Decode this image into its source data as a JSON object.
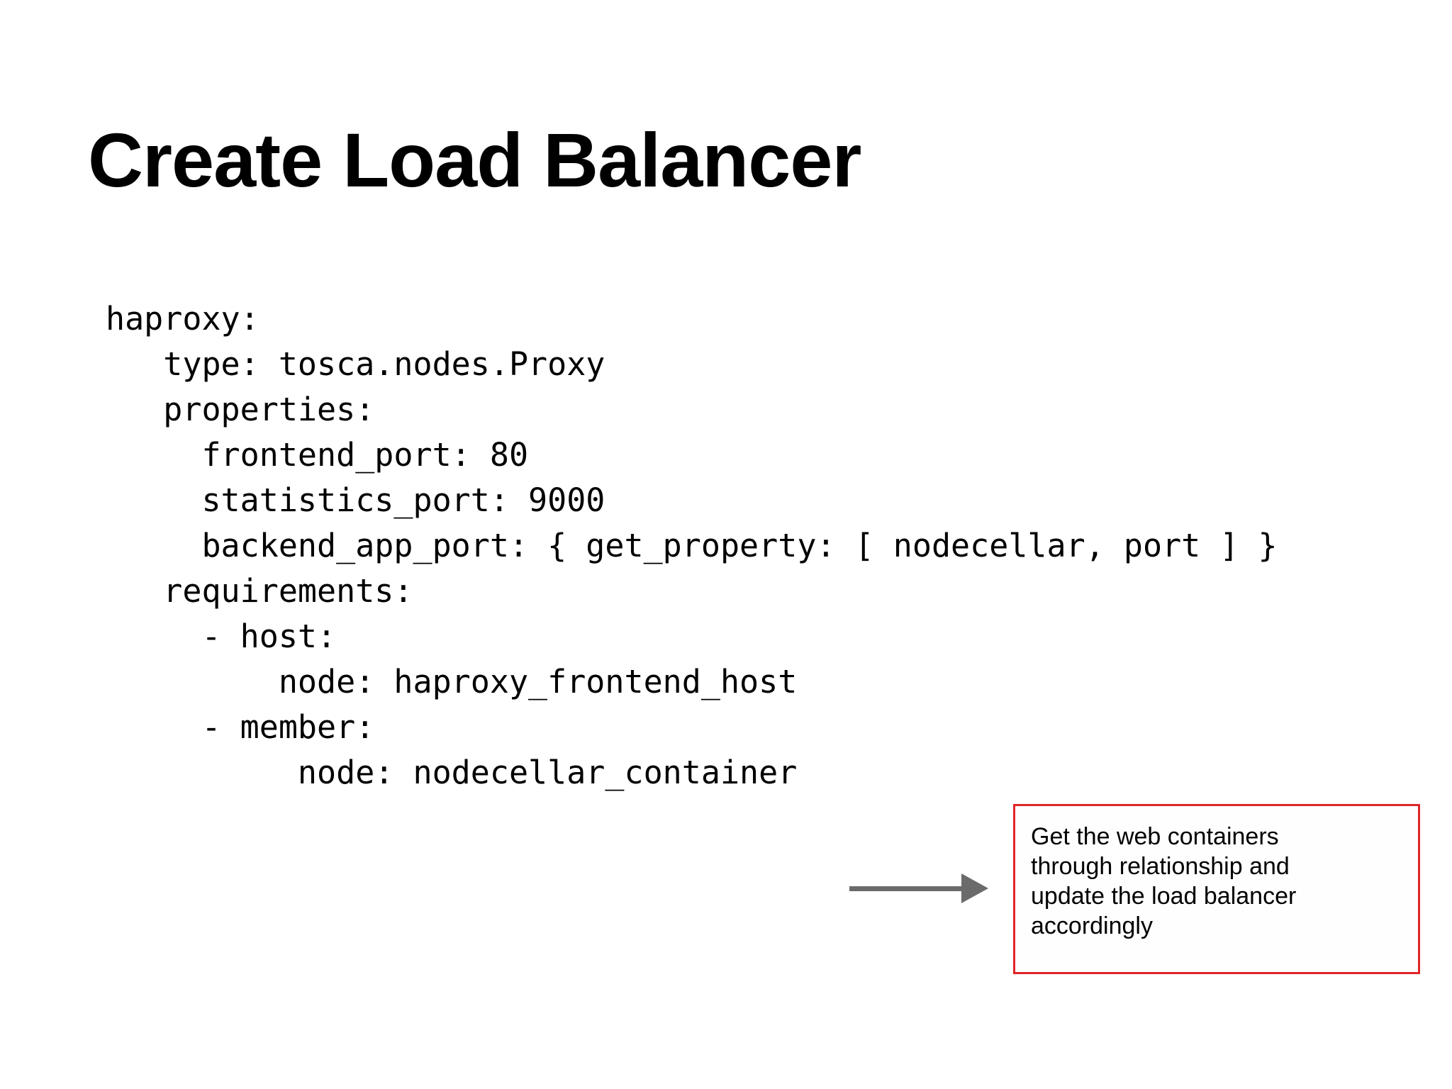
{
  "slide": {
    "title": "Create Load Balancer",
    "background_color": "#ffffff"
  },
  "code": {
    "language": "yaml",
    "lines": [
      "haproxy:",
      "   type: tosca.nodes.Proxy",
      "   properties:",
      "     frontend_port: 80",
      "     statistics_port: 9000",
      "     backend_app_port: { get_property: [ nodecellar, port ] }",
      "   requirements:",
      "     - host:",
      "         node: haproxy_frontend_host",
      "     - member:",
      "          node: nodecellar_container"
    ]
  },
  "callout": {
    "lines": [
      "Get the web containers",
      "through relationship and",
      "update the load balancer",
      "accordingly"
    ],
    "border_color": "#e02428",
    "arrow_color": "#6b6b6b",
    "text_color": "#000000"
  }
}
